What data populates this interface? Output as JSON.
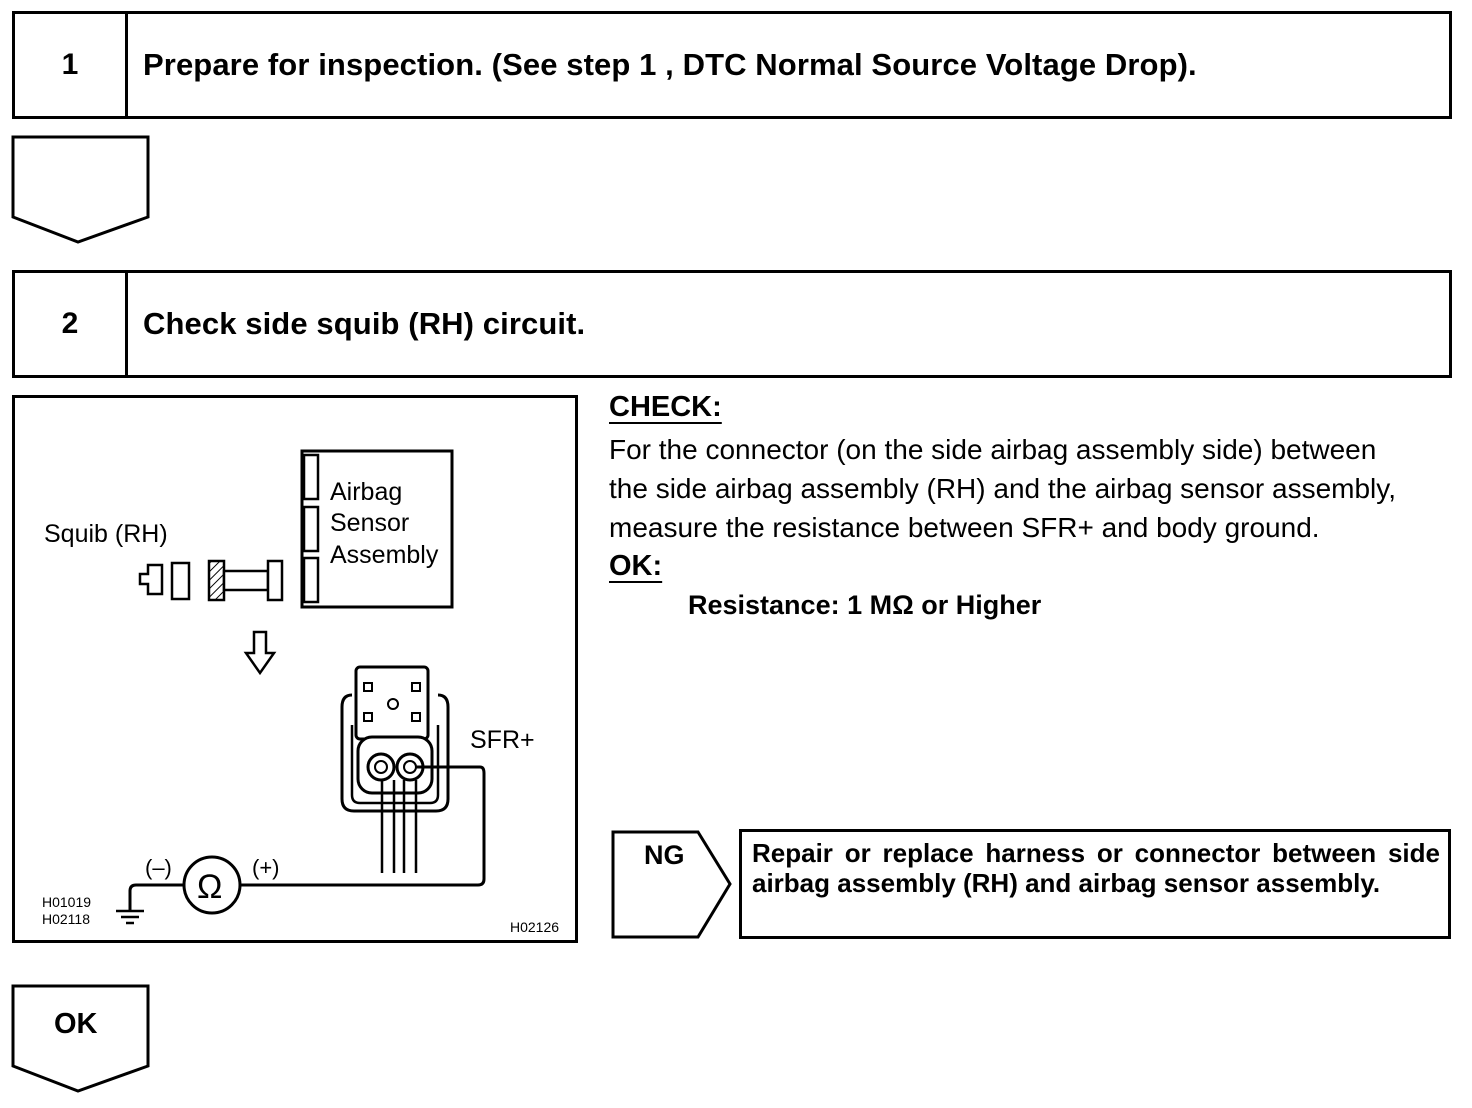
{
  "step1": {
    "number": "1",
    "title": "Prepare for inspection. (See step 1 , DTC Normal Source Voltage Drop)."
  },
  "step2": {
    "number": "2",
    "title": "Check side squib (RH) circuit."
  },
  "check": {
    "heading": "CHECK:",
    "lines": [
      "For the connector (on the side airbag assembly side) between",
      "the side airbag assembly (RH) and the airbag sensor assembly,",
      "measure the resistance between SFR+ and body ground."
    ],
    "ok_heading": "OK:",
    "ok_value": "Resistance: 1 MΩ or Higher"
  },
  "ng": {
    "label": "NG",
    "text": "Repair or replace harness or connector between side airbag assembly (RH) and airbag sensor assembly."
  },
  "ok_arrow": {
    "label": "OK"
  },
  "diagram": {
    "squib_label": "Squib (RH)",
    "sensor_label_lines": [
      "Airbag",
      "Sensor",
      "Assembly"
    ],
    "terminal_label": "SFR+",
    "minus_label": "(–)",
    "plus_label": "(+)",
    "ohm_symbol": "Ω",
    "ref_codes_left": [
      "H01019",
      "H02118"
    ],
    "ref_code_right": "H02126"
  }
}
